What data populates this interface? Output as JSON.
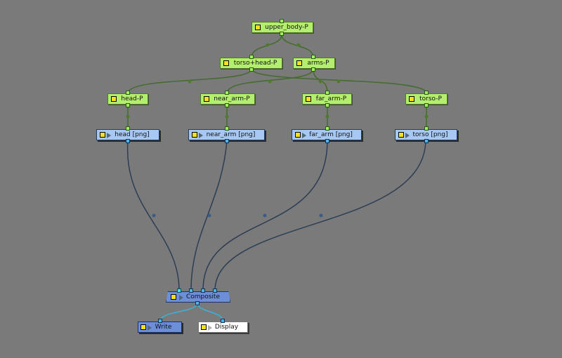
{
  "colors": {
    "background": "#7a7a7a",
    "peg_node": "#b4ee6e",
    "read_node": "#a6c8f2",
    "composite_node": "#6c8fd8",
    "display_node": "#ffffff",
    "peg_wire": "#436b2c",
    "read_wire": "#2c3e54",
    "output_wire": "#36b4dc"
  },
  "nodes": {
    "upper_body": "upper_body-P",
    "torso_head": "torso+head-P",
    "arms": "arms-P",
    "head_peg": "head-P",
    "near_arm_peg": "near_arm-P",
    "far_arm_peg": "far_arm-P",
    "torso_peg": "torso-P",
    "head_read": "head  [png]",
    "near_arm_read": "near_arm  [png]",
    "far_arm_read": "far_arm  [png]",
    "torso_read": "torso  [png]",
    "composite": "Composite",
    "write": "Write",
    "display": "Display"
  }
}
